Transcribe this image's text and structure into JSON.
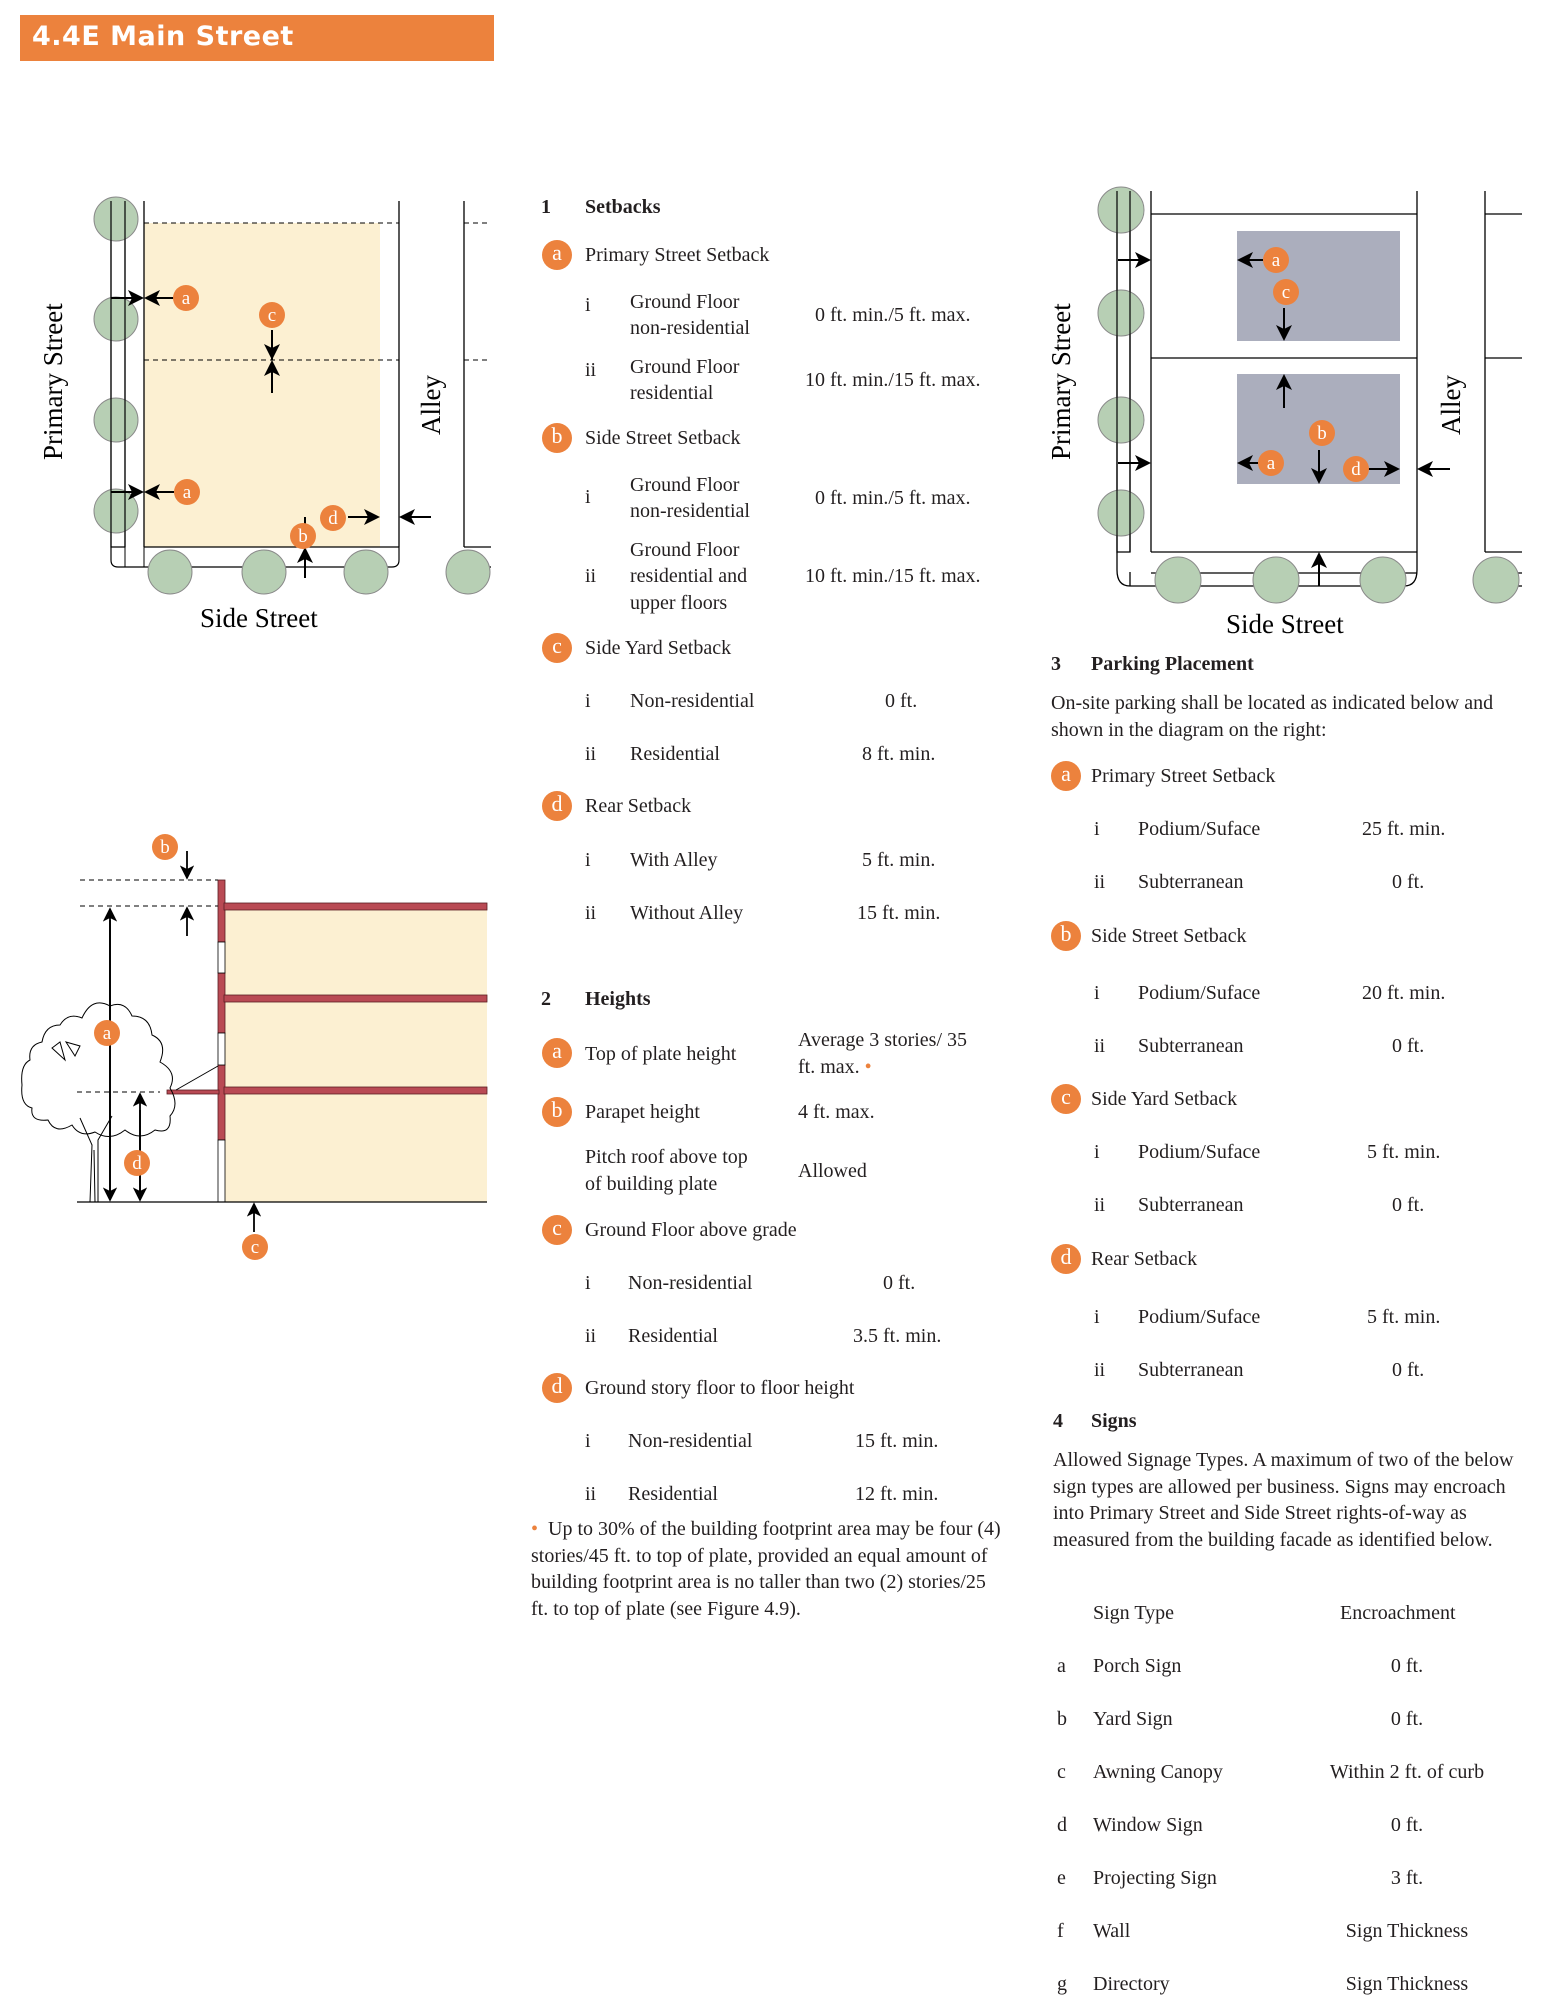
{
  "title": "4.4E Main Street",
  "colors": {
    "accent": "#ec823d",
    "building_fill": "#fcf0d2",
    "wall": "#b94a54",
    "tree": "#b7cfb4",
    "parking": "#abaebd"
  },
  "diagram_setbacks": {
    "primary_street": "Primary Street",
    "side_street": "Side Street",
    "alley": "Alley",
    "markers": [
      "a",
      "c",
      "a",
      "d",
      "b"
    ]
  },
  "diagram_heights": {
    "markers": [
      "b",
      "a",
      "d",
      "c"
    ]
  },
  "diagram_parking": {
    "primary_street": "Primary Street",
    "side_street": "Side Street",
    "alley": "Alley",
    "markers": [
      "a",
      "c",
      "b",
      "a",
      "d"
    ]
  },
  "setbacks": {
    "num": "1",
    "heading": "Setbacks",
    "groups": [
      {
        "badge": "a",
        "label": "Primary Street Setback",
        "items": [
          {
            "num": "i",
            "label1": "Ground Floor",
            "label2": "non-residential",
            "value": "0 ft. min./5 ft. max."
          },
          {
            "num": "ii",
            "label1": "Ground Floor",
            "label2": "residential",
            "value": "10 ft. min./15 ft. max."
          }
        ]
      },
      {
        "badge": "b",
        "label": "Side Street Setback",
        "items": [
          {
            "num": "i",
            "label1": "Ground Floor",
            "label2": "non-residential",
            "value": "0 ft. min./5 ft. max."
          },
          {
            "num": "ii",
            "label1": "Ground Floor",
            "label2": "residential and",
            "label3": "upper floors",
            "value": "10 ft. min./15 ft. max."
          }
        ]
      },
      {
        "badge": "c",
        "label": "Side Yard Setback",
        "items": [
          {
            "num": "i",
            "label": "Non-residential",
            "value": "0 ft."
          },
          {
            "num": "ii",
            "label": "Residential",
            "value": "8 ft. min."
          }
        ]
      },
      {
        "badge": "d",
        "label": "Rear Setback",
        "items": [
          {
            "num": "i",
            "label": "With Alley",
            "value": "5 ft. min."
          },
          {
            "num": "ii",
            "label": "Without Alley",
            "value": "15 ft. min."
          }
        ]
      }
    ]
  },
  "heights": {
    "num": "2",
    "heading": "Heights",
    "a": {
      "badge": "a",
      "label": "Top of plate height",
      "value1": "Average 3 stories/ 35",
      "value2": "ft. max.",
      "footnote_mark": "•"
    },
    "b": {
      "badge": "b",
      "label": "Parapet height",
      "value": "4 ft. max."
    },
    "pitch": {
      "label1": "Pitch roof above top",
      "label2": "of building plate",
      "value": "Allowed"
    },
    "c": {
      "badge": "c",
      "label": "Ground Floor above grade",
      "items": [
        {
          "num": "i",
          "label": "Non-residential",
          "value": "0 ft."
        },
        {
          "num": "ii",
          "label": "Residential",
          "value": "3.5 ft. min."
        }
      ]
    },
    "d": {
      "badge": "d",
      "label": "Ground story floor to floor height",
      "items": [
        {
          "num": "i",
          "label": "Non-residential",
          "value": "15 ft. min."
        },
        {
          "num": "ii",
          "label": "Residential",
          "value": "12 ft. min."
        }
      ]
    },
    "footnote": {
      "mark": "•",
      "text": "Up to 30% of the building footprint area may be four (4) stories/45 ft. to top of plate, provided an equal amount of building footprint area is no taller than two (2) stories/25 ft. to top of plate (see Figure 4.9)."
    }
  },
  "parking": {
    "num": "3",
    "heading": "Parking Placement",
    "intro": "On-site parking shall be located as indicated below and shown in the diagram on the right:",
    "groups": [
      {
        "badge": "a",
        "label": "Primary Street Setback",
        "items": [
          {
            "num": "i",
            "label": "Podium/Suface",
            "value": "25 ft. min."
          },
          {
            "num": "ii",
            "label": "Subterranean",
            "value": "0 ft."
          }
        ]
      },
      {
        "badge": "b",
        "label": "Side Street Setback",
        "items": [
          {
            "num": "i",
            "label": "Podium/Suface",
            "value": "20 ft. min."
          },
          {
            "num": "ii",
            "label": "Subterranean",
            "value": "0 ft."
          }
        ]
      },
      {
        "badge": "c",
        "label": "Side Yard Setback",
        "items": [
          {
            "num": "i",
            "label": "Podium/Suface",
            "value": "5 ft. min."
          },
          {
            "num": "ii",
            "label": "Subterranean",
            "value": "0 ft."
          }
        ]
      },
      {
        "badge": "d",
        "label": "Rear Setback",
        "items": [
          {
            "num": "i",
            "label": "Podium/Suface",
            "value": "5 ft. min."
          },
          {
            "num": "ii",
            "label": "Subterranean",
            "value": "0 ft."
          }
        ]
      }
    ]
  },
  "signs": {
    "num": "4",
    "heading": "Signs",
    "intro": "Allowed Signage Types. A maximum of two of the below sign types are allowed per business. Signs may encroach into Primary Street and Side Street rights-of-way as measured from the building facade as identified below.",
    "col_type": "Sign Type",
    "col_encroachment": "Encroachment",
    "rows": [
      {
        "letter": "a",
        "type": "Porch Sign",
        "value": "0 ft."
      },
      {
        "letter": "b",
        "type": "Yard Sign",
        "value": "0 ft."
      },
      {
        "letter": "c",
        "type": "Awning Canopy",
        "value": "Within 2 ft. of curb"
      },
      {
        "letter": "d",
        "type": "Window Sign",
        "value": "0 ft."
      },
      {
        "letter": "e",
        "type": "Projecting Sign",
        "value": "3 ft."
      },
      {
        "letter": "f",
        "type": "Wall",
        "value": "Sign Thickness"
      },
      {
        "letter": "g",
        "type": "Directory",
        "value": "Sign Thickness"
      }
    ]
  }
}
